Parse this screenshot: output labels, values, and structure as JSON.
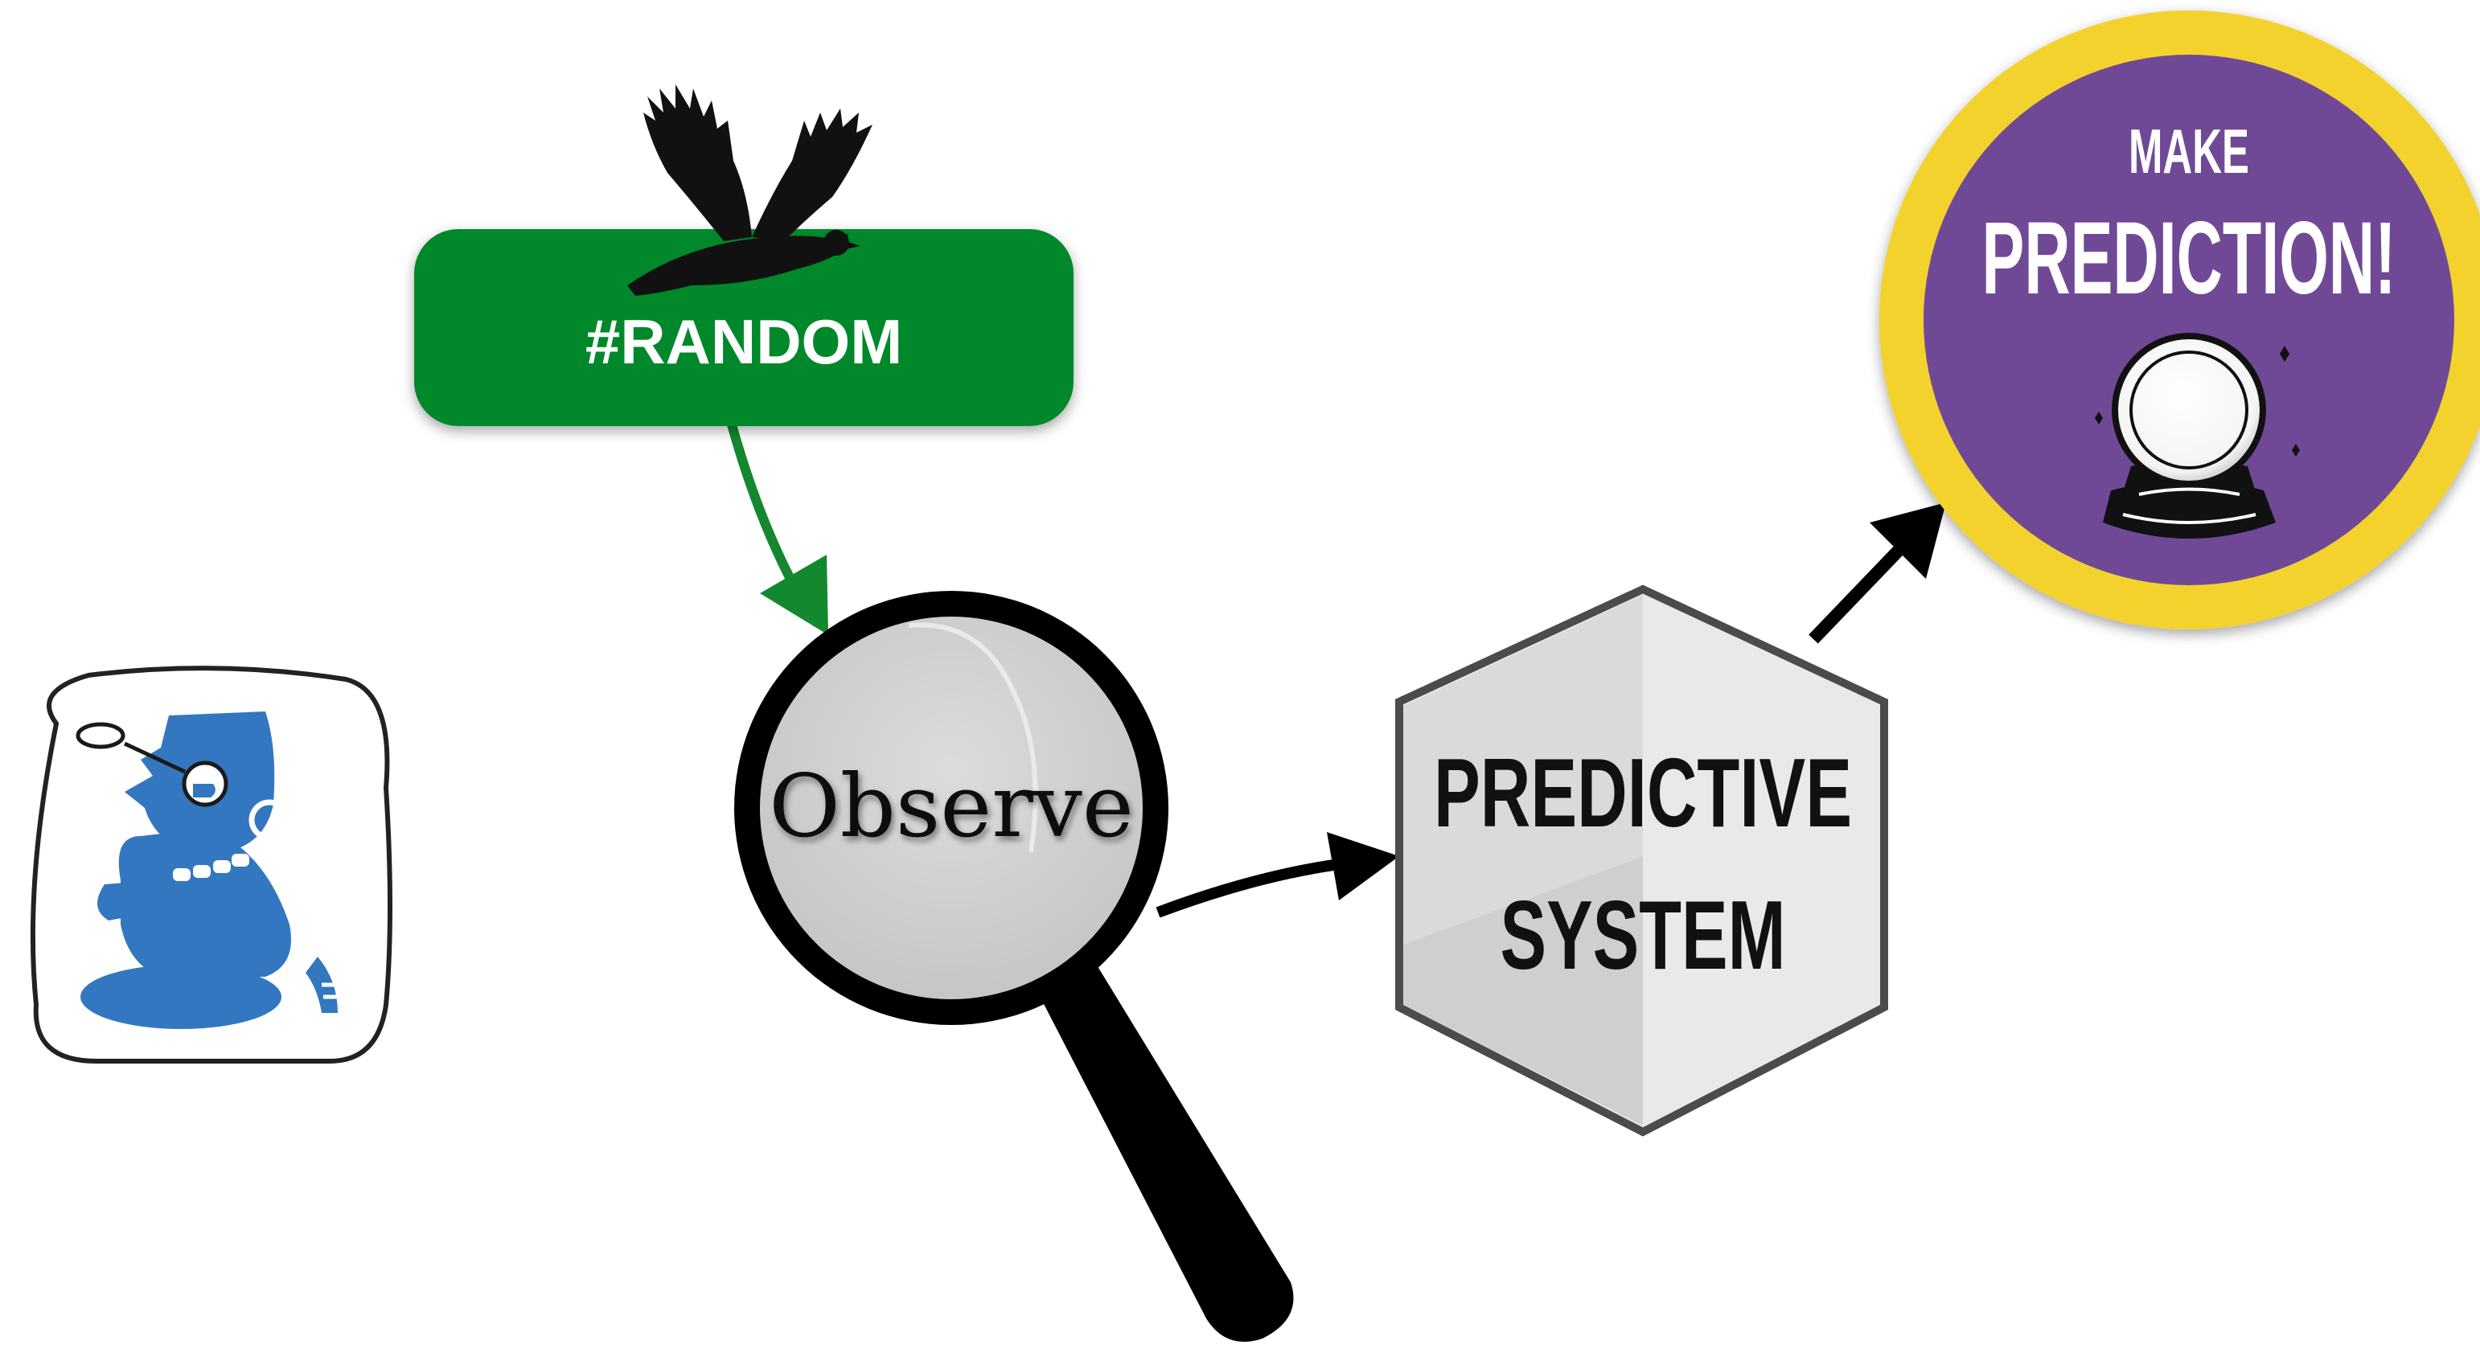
{
  "tag": {
    "label": "#RANDOM",
    "color": "#06882c",
    "icon": "dove-icon"
  },
  "observe": {
    "label": "Observe",
    "icon": "magnifying-glass-icon"
  },
  "system": {
    "line1": "PREDICTIVE",
    "line2": "SYSTEM",
    "icon": "hexagon-box-icon"
  },
  "badge": {
    "line1": "MAKE",
    "line2": "PREDICTION!",
    "ring_color": "#f3d22e",
    "fill_color": "#704996",
    "icon": "crystal-ball-icon"
  },
  "figure": {
    "icon": "mayan-glyph-icon",
    "color": "#3377c0"
  },
  "arrows": {
    "random_to_observe_color": "#13882f",
    "flow_color": "#000000"
  }
}
